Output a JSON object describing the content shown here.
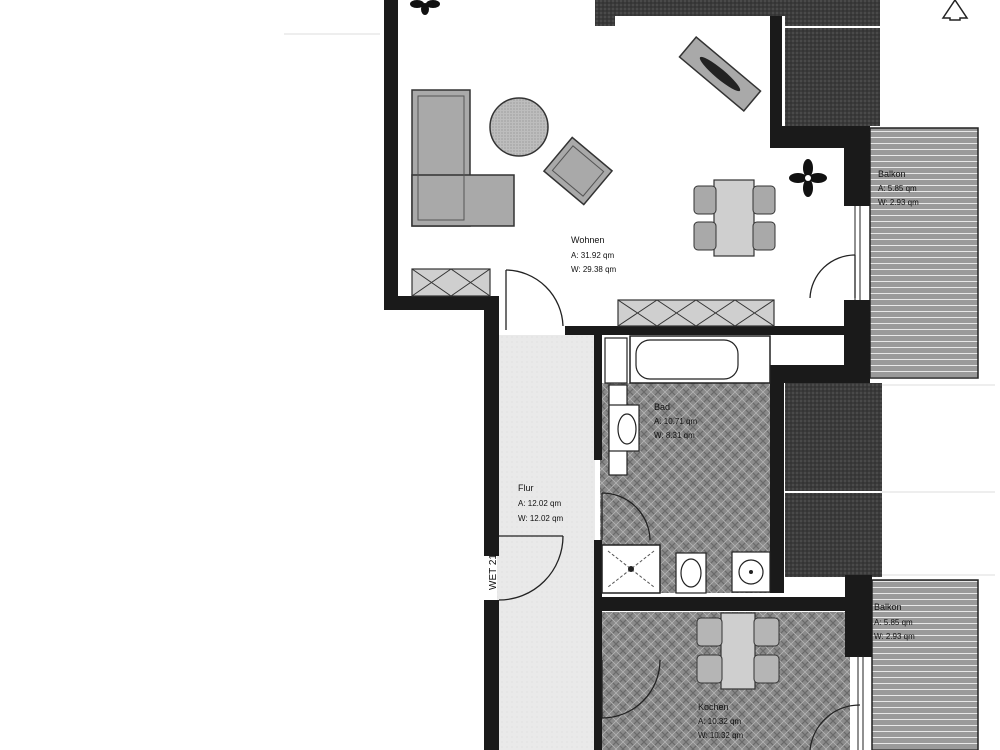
{
  "plan": {
    "rooms": [
      {
        "id": "wohnen",
        "name": "Wohnen",
        "area_a": "A: 31.92 qm",
        "area_w": "W: 29.38 qm"
      },
      {
        "id": "balkon-1",
        "name": "Balkon",
        "area_a": "A: 5.85 qm",
        "area_w": "W: 2.93 qm"
      },
      {
        "id": "bad",
        "name": "Bad",
        "area_a": "A: 10.71 qm",
        "area_w": "W: 8.31 qm"
      },
      {
        "id": "flur",
        "name": "Flur",
        "area_a": "A: 12.02 qm",
        "area_w": "W: 12.02 qm"
      },
      {
        "id": "balkon-2",
        "name": "Balkon",
        "area_a": "A: 5.85 qm",
        "area_w": "W: 2.93 qm"
      },
      {
        "id": "kochen",
        "name": "Kochen",
        "area_a": "A: 10.32 qm",
        "area_w": "W: 10.32 qm"
      }
    ],
    "entrance_label": "WET 21",
    "north_arrow_icon": "north-arrow-icon",
    "plant_icon": "plant-icon"
  }
}
